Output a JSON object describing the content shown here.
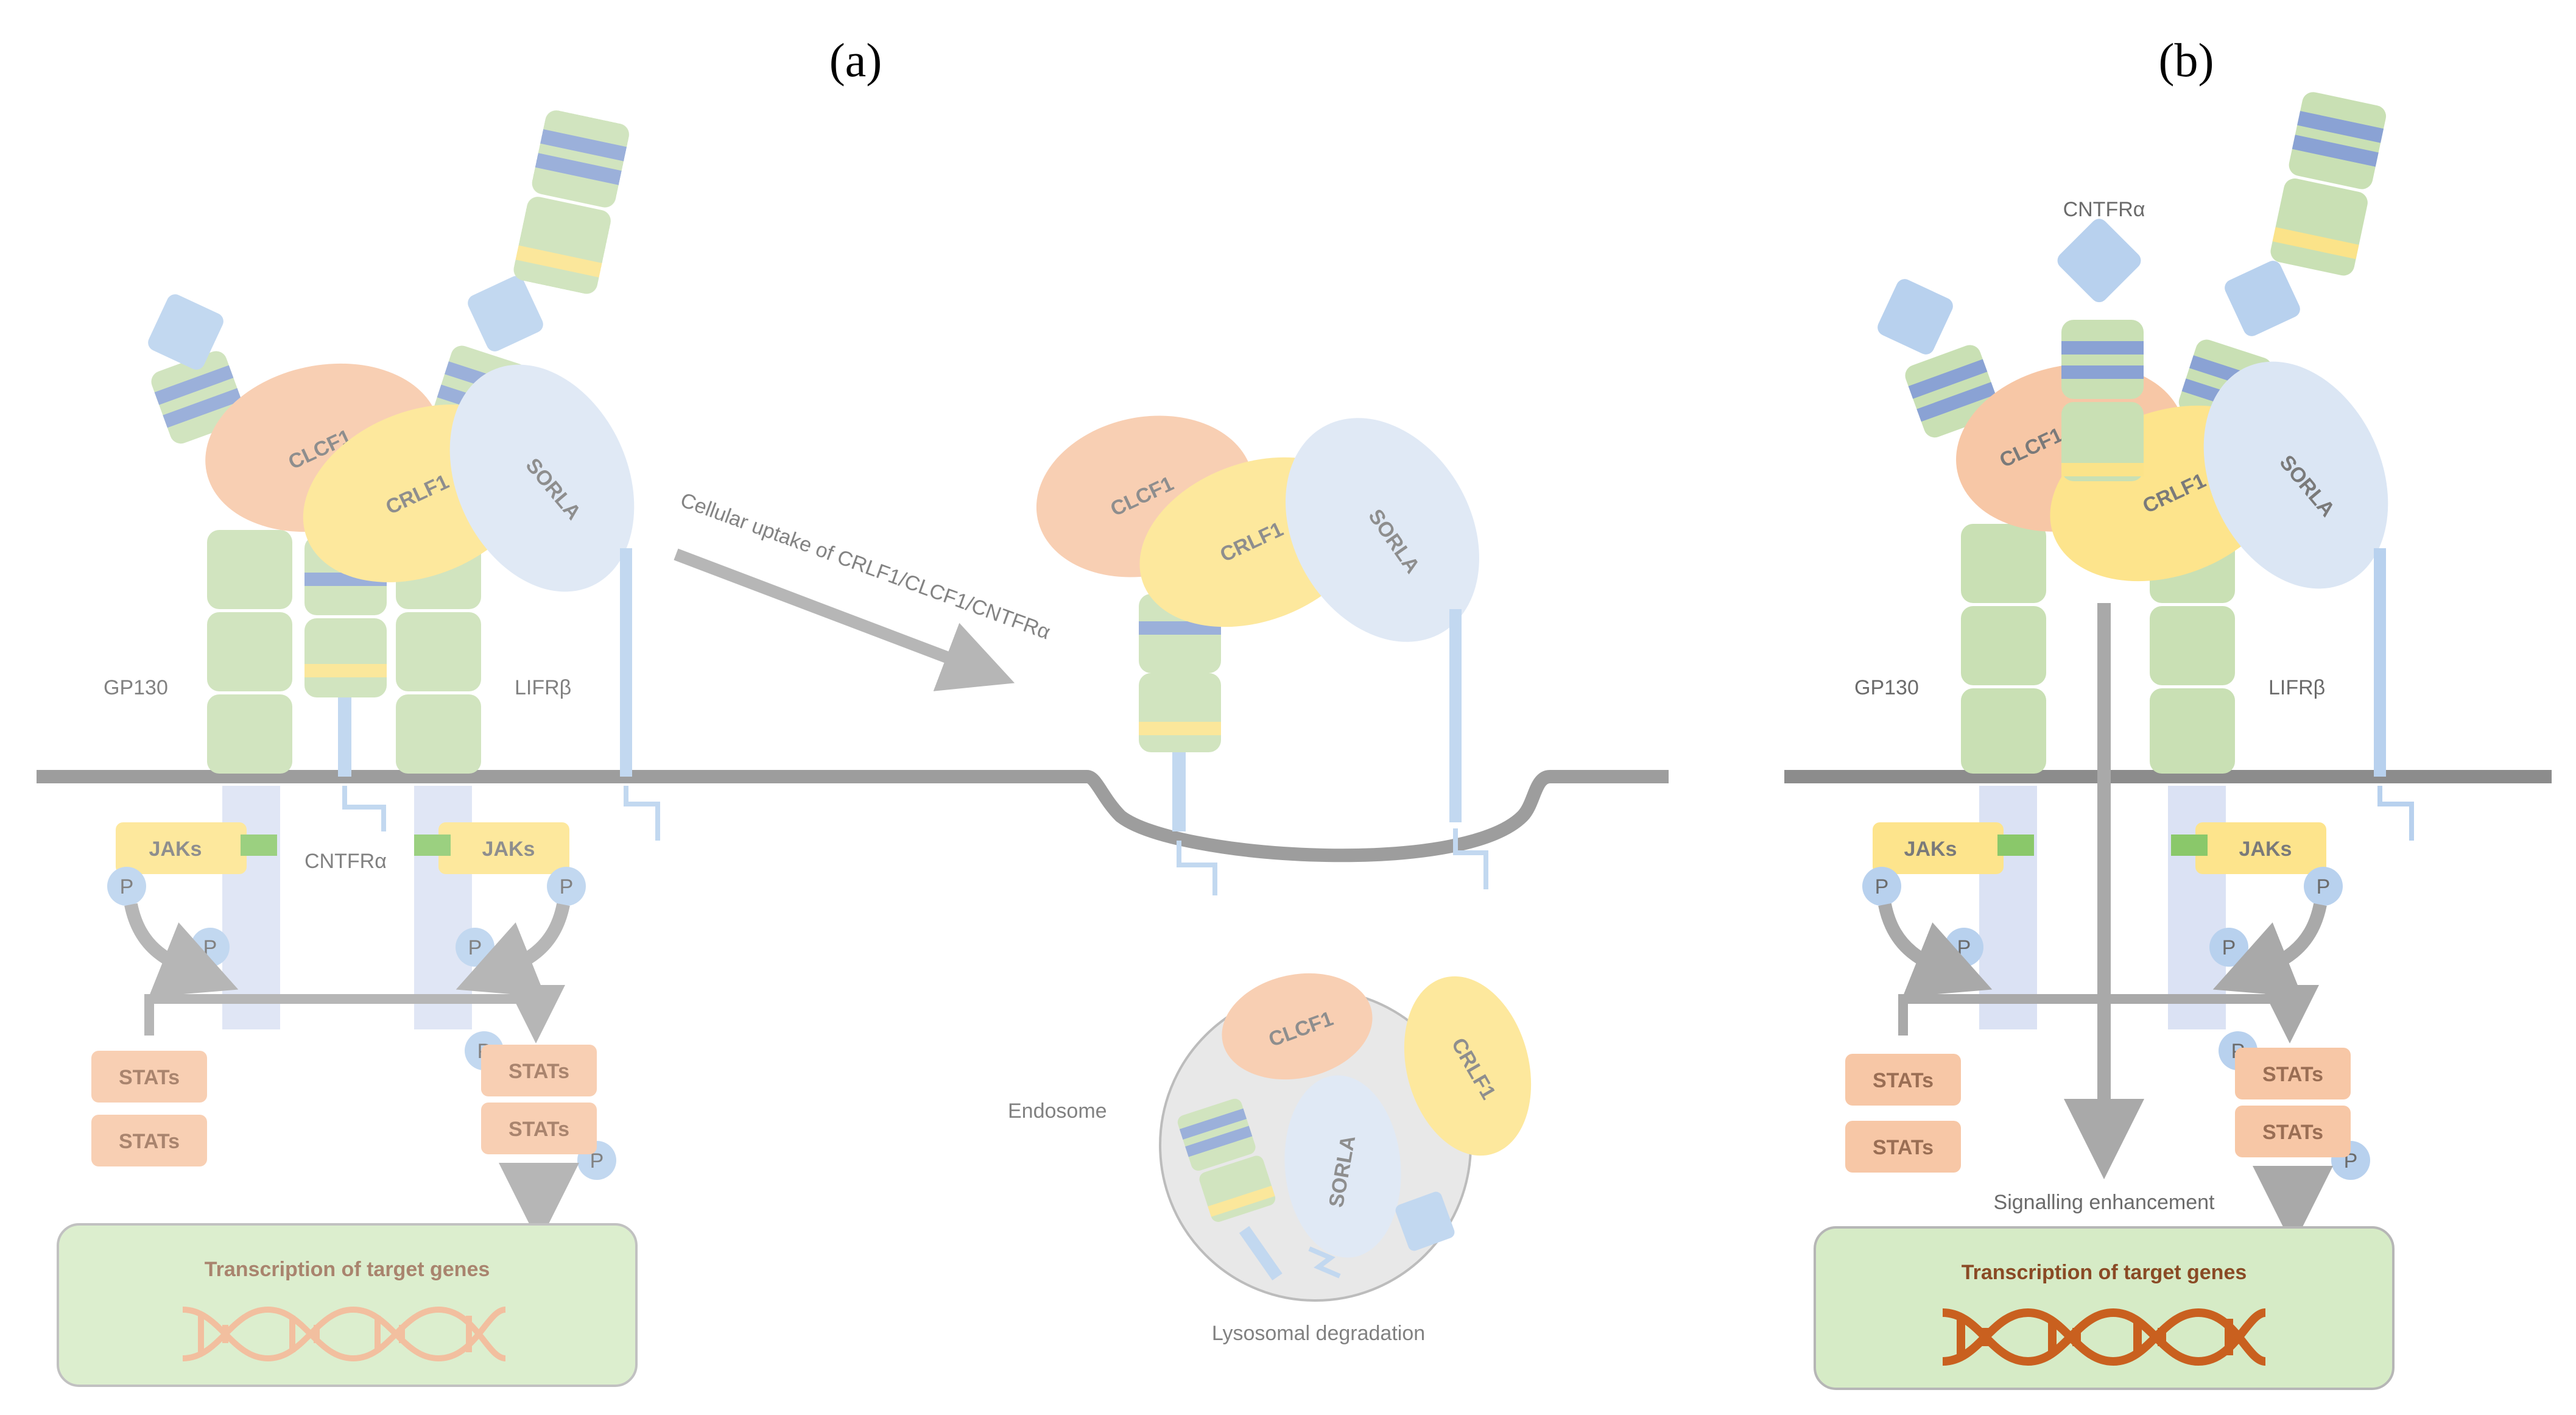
{
  "panels": {
    "a": {
      "label": "(a)"
    },
    "b": {
      "label": "(b)"
    }
  },
  "proteins": {
    "clcf1": "CLCF1",
    "crlf1": "CRLF1",
    "sorla": "SORLA",
    "cntfr": "CNTFRα"
  },
  "receptors": {
    "gp130": "GP130",
    "lifrb": "LIFRβ"
  },
  "signaling": {
    "jaks": "JAKs",
    "stats": "STATs",
    "phospho": "P",
    "transcription": "Transcription of target genes"
  },
  "uptake_label": "Cellular uptake of CRLF1/CLCF1/CNTFRα",
  "endosome_label": "Endosome",
  "degradation_label": "Lysosomal degradation",
  "enhancement_label": "Signalling enhancement",
  "colors": {
    "green": "#c9e0b4",
    "blue_stripe": "#8aa2d4",
    "yellow_stripe": "#fbe389",
    "light_blue": "#b8d1ee",
    "orange": "#f7c7a6",
    "yellow": "#fde48c",
    "sorla_blue": "#dbe6f4",
    "membrane": "#8c8c8c",
    "arrow": "#a9a9a9",
    "dna_faded": "#f0b48e",
    "dna_strong": "#c9601f"
  }
}
